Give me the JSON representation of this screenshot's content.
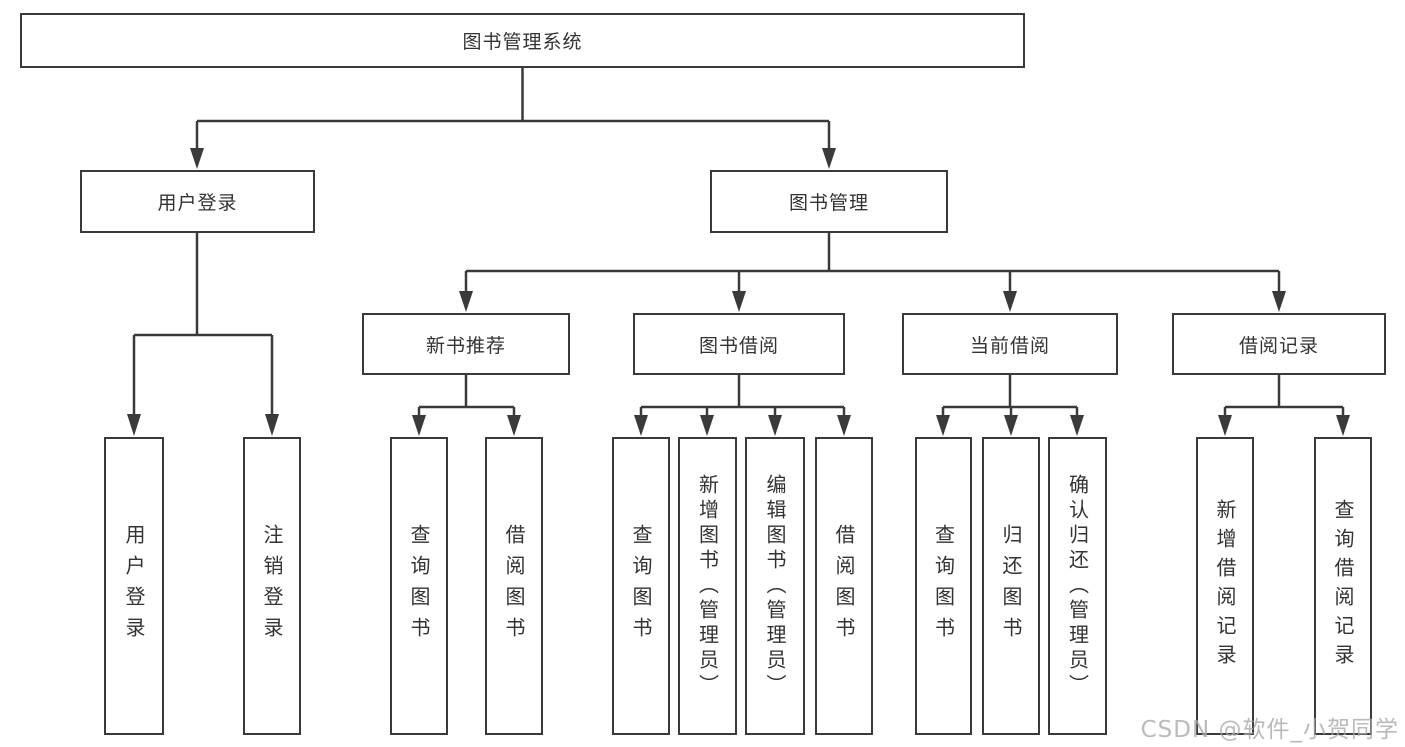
{
  "tree": {
    "root": {
      "label": "图书管理系统"
    },
    "branches": [
      {
        "label": "用户登录",
        "children": [
          {
            "label": "用户登录"
          },
          {
            "label": "注销登录"
          }
        ]
      },
      {
        "label": "图书管理",
        "children": [
          {
            "label": "新书推荐",
            "children": [
              {
                "label": "查询图书"
              },
              {
                "label": "借阅图书"
              }
            ]
          },
          {
            "label": "图书借阅",
            "children": [
              {
                "label": "查询图书"
              },
              {
                "label": "新增图书（管理员）"
              },
              {
                "label": "编辑图书（管理员）"
              },
              {
                "label": "借阅图书"
              }
            ]
          },
          {
            "label": "当前借阅",
            "children": [
              {
                "label": "查询图书"
              },
              {
                "label": "归还图书"
              },
              {
                "label": "确认归还（管理员）"
              }
            ]
          },
          {
            "label": "借阅记录",
            "children": [
              {
                "label": "新增借阅记录"
              },
              {
                "label": "查询借阅记录"
              }
            ]
          }
        ]
      }
    ]
  },
  "watermark": {
    "text": "CSDN @软件_小贺同学"
  },
  "colors": {
    "line": "#3a3a3a",
    "box_border": "#3a3a3a",
    "text": "#333333",
    "background": "#ffffff",
    "watermark": "#a9a9a9"
  }
}
